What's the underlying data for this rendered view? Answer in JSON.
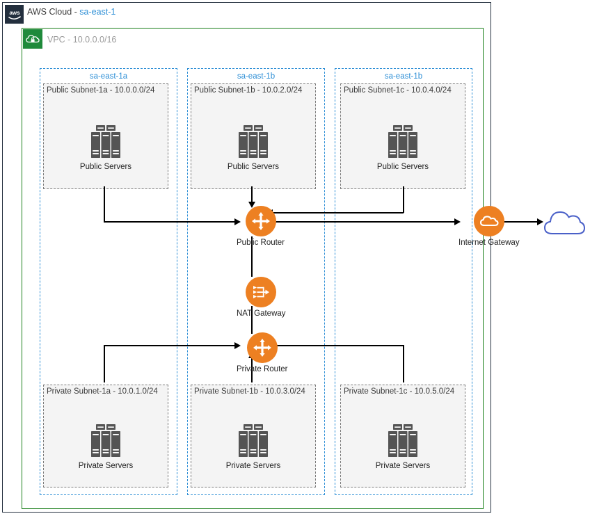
{
  "diagram": {
    "cloud": {
      "title_prefix": "AWS Cloud - ",
      "region": "sa-east-1",
      "logo_icon": "aws-logo-icon"
    },
    "vpc": {
      "label": "VPC - 10.0.0.0/16",
      "icon": "vpc-cloud-lock-icon"
    },
    "availability_zones": [
      {
        "label": "sa-east-1a"
      },
      {
        "label": "sa-east-1b"
      },
      {
        "label": "sa-east-1b"
      }
    ],
    "public_subnets": [
      {
        "label": "Public Subnet-1a - 10.0.0.0/24",
        "servers_caption": "Public Servers",
        "servers_icon": "servers-icon"
      },
      {
        "label": "Public Subnet-1b - 10.0.2.0/24",
        "servers_caption": "Public Servers",
        "servers_icon": "servers-icon"
      },
      {
        "label": "Public Subnet-1c - 10.0.4.0/24",
        "servers_caption": "Public Servers",
        "servers_icon": "servers-icon"
      }
    ],
    "private_subnets": [
      {
        "label": "Private Subnet-1a - 10.0.1.0/24",
        "servers_caption": "Private Servers",
        "servers_icon": "servers-icon"
      },
      {
        "label": "Private Subnet-1b - 10.0.3.0/24",
        "servers_caption": "Private Servers",
        "servers_icon": "servers-icon"
      },
      {
        "label": "Private Subnet-1c - 10.0.5.0/24",
        "servers_caption": "Private Servers",
        "servers_icon": "servers-icon"
      }
    ],
    "nodes": {
      "public_router": {
        "label": "Public Router",
        "icon": "router-icon"
      },
      "nat_gateway": {
        "label": "NAT Gateway",
        "icon": "nat-gateway-icon"
      },
      "internet_gateway": {
        "label": "Internet Gateway",
        "icon": "internet-gateway-icon"
      },
      "private_router": {
        "label": "Private Router",
        "icon": "router-icon"
      }
    },
    "internet": {
      "icon": "internet-cloud-icon"
    },
    "colors": {
      "aws_navy": "#232F3E",
      "vpc_green": "#1F8A3B",
      "az_blue": "#2E8FD6",
      "aws_orange": "#ED8022",
      "subnet_fill": "#F4F4F4",
      "subnet_border": "#7A7A7A",
      "server_gray": "#545454",
      "internet_cloud_blue": "#4A60C8"
    }
  }
}
